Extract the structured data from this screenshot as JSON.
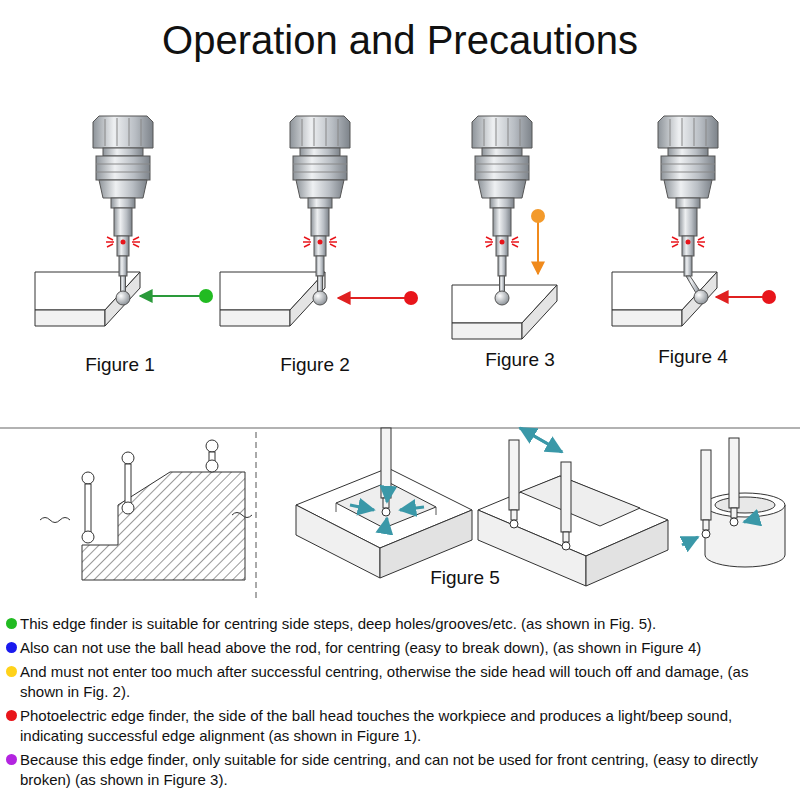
{
  "diagram": {
    "title": "Operation and Precautions",
    "labels": [
      "Figure 1",
      "Figure 2",
      "Figure 3",
      "Figure 4",
      "Figure 5"
    ],
    "legend": [
      {
        "text": "This edge finder is suitable for centring side steps, deep holes/grooves/etc. (as shown in Fig. 5).",
        "color": "#22bb22"
      },
      {
        "text": "Also can not use the ball head above the rod, for centring (easy to break down), (as shown in Figure 4)",
        "color": "#1a1aee"
      },
      {
        "text": "And must not enter too much after successful centring, otherwise the side head will touch off and damage, (as shown in Fig. 2).",
        "color": "#ffd21a"
      },
      {
        "text": "Photoelectric edge finder, the side of the ball head touches the workpiece and produces a light/beep sound, indicating successful edge alignment (as shown in Figure 1).",
        "color": "#e8151b"
      },
      {
        "text": "Because this edge finder, only suitable for side centring, and can not be used for front centring, (easy to directly broken) (as shown in Figure 3).",
        "color": "#b324e0"
      }
    ]
  }
}
